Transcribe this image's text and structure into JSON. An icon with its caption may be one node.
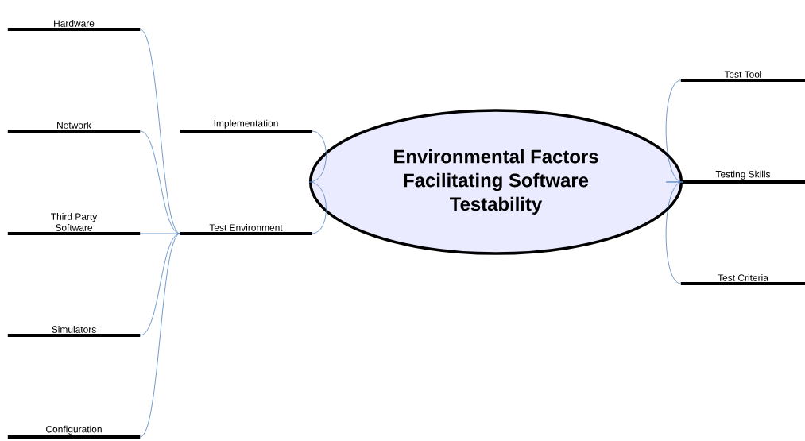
{
  "diagram": {
    "nodes": [
      {
        "text": [
          "Environmental Factors Facilitating Software Testability"
        ]
      },
      {
        "text": [
          "Implementation"
        ]
      },
      {
        "text": [
          "Test Environment"
        ]
      },
      {
        "text": [
          "Hardware"
        ]
      },
      {
        "text": [
          "Network"
        ]
      },
      {
        "text": [
          "Third Party Software"
        ]
      },
      {
        "text": [
          "Simulators"
        ]
      },
      {
        "text": [
          "Configuration"
        ]
      },
      {
        "text": [
          "Test Tool"
        ]
      },
      {
        "text": [
          "Testing Skills"
        ]
      },
      {
        "text": [
          "Test Criteria"
        ]
      }
    ],
    "edges": [
      {
        "from": 0,
        "to": 1,
        "arrow": "none"
      },
      {
        "from": 0,
        "to": 2,
        "arrow": "none"
      },
      {
        "from": 2,
        "to": 3,
        "arrow": "none"
      },
      {
        "from": 2,
        "to": 4,
        "arrow": "none"
      },
      {
        "from": 2,
        "to": 5,
        "arrow": "none"
      },
      {
        "from": 2,
        "to": 6,
        "arrow": "none"
      },
      {
        "from": 2,
        "to": 7,
        "arrow": "none"
      },
      {
        "from": 0,
        "to": 8,
        "arrow": "none"
      },
      {
        "from": 0,
        "to": 9,
        "arrow": "none"
      },
      {
        "from": 0,
        "to": 10,
        "arrow": "none"
      }
    ]
  }
}
